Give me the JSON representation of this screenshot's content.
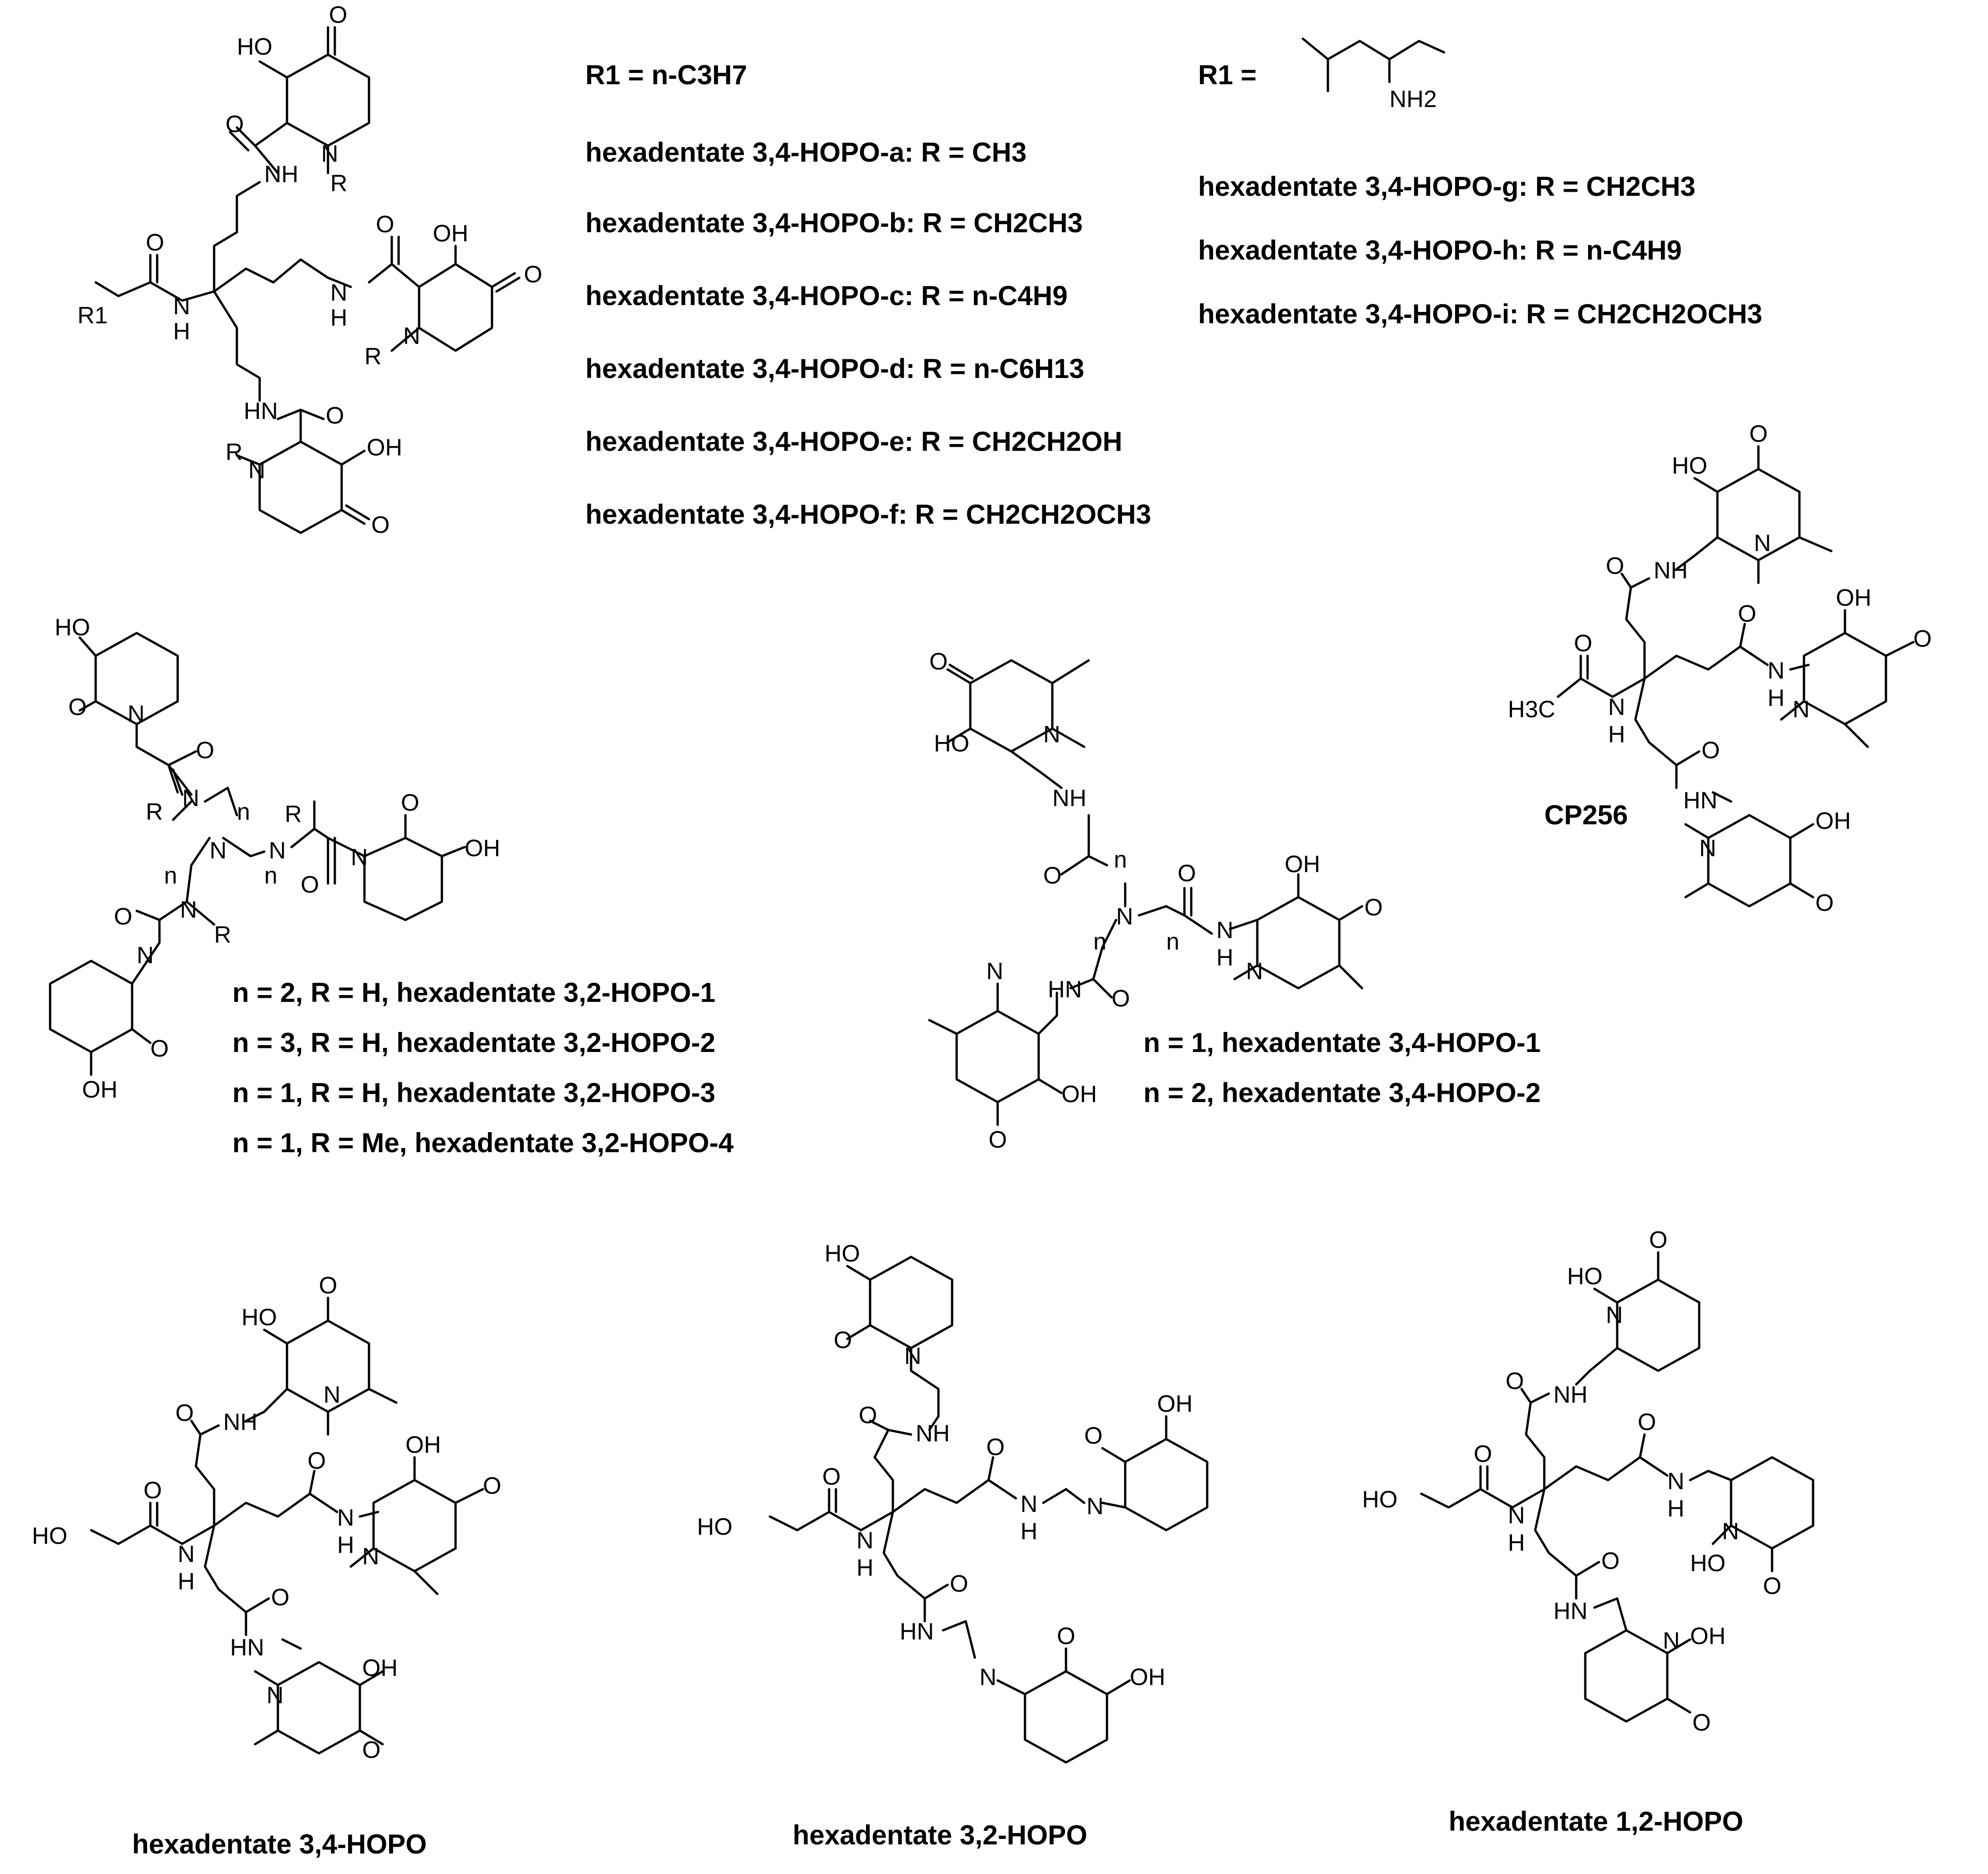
{
  "figure": {
    "panel_a": {
      "atoms": {
        "ring1_O": "O",
        "ring1_HO": "HO",
        "ring1_O2": "O",
        "ring1_NH": "NH",
        "ring1_N": "N",
        "ring1_R": "R",
        "amide_O": "O",
        "R1": "R1",
        "NH": "N",
        "H": "H",
        "ring2_O": "O",
        "ring2_OH": "OH",
        "ring2_O2": "O",
        "ring2_N": "N",
        "ring2_R": "R",
        "ring2_NH": "N",
        "ring2_H": "H",
        "ring3_HN": "HN",
        "ring3_O": "O",
        "ring3_R": "R",
        "ring3_N": "N",
        "ring3_OH": "OH",
        "ring3_O2": "O"
      },
      "r1_label_left": "R1 = n-C3H7",
      "items_left": [
        "hexadentate 3,4-HOPO-a: R = CH3",
        "hexadentate 3,4-HOPO-b: R = CH2CH3",
        "hexadentate 3,4-HOPO-c: R = n-C4H9",
        "hexadentate 3,4-HOPO-d: R = n-C6H13",
        "hexadentate 3,4-HOPO-e: R = CH2CH2OH",
        "hexadentate 3,4-HOPO-f: R = CH2CH2OCH3"
      ],
      "r1_label_right": "R1 =",
      "r1_right_nh2": "NH2",
      "items_right": [
        "hexadentate 3,4-HOPO-g: R = CH2CH3",
        "hexadentate 3,4-HOPO-h: R = n-C4H9",
        "hexadentate 3,4-HOPO-i: R = CH2CH2OCH3"
      ]
    },
    "panel_b": {
      "atoms": {
        "HO": "HO",
        "O1": "O",
        "N1": "N",
        "O2": "O",
        "R1": "R",
        "N2": "N",
        "n1": "n",
        "R2": "R",
        "N3": "N",
        "n2": "n",
        "N4": "N",
        "n3": "n",
        "O3": "O",
        "N5": "N",
        "O4": "O",
        "OH1": "OH",
        "O5": "O",
        "N6": "N",
        "R3": "R",
        "N7": "N",
        "O6": "O",
        "OH2": "OH"
      },
      "items": [
        "n = 2, R = H, hexadentate 3,2-HOPO-1",
        "n = 3, R = H, hexadentate 3,2-HOPO-2",
        "n = 1, R = H, hexadentate 3,2-HOPO-3",
        "n = 1, R = Me, hexadentate 3,2-HOPO-4"
      ]
    },
    "panel_c": {
      "atoms": {
        "O1": "O",
        "HO1": "HO",
        "N1": "N",
        "NH1": "NH",
        "O2": "O",
        "n1": "n",
        "O3": "O",
        "OH1": "OH",
        "N2": "N",
        "n2": "n",
        "n3": "n",
        "NH2": "N",
        "H2": "H",
        "O4": "O",
        "N3": "N",
        "HN": "HN",
        "O5": "O",
        "N4": "N",
        "OH2": "OH",
        "O6": "O"
      },
      "items": [
        "n = 1, hexadentate 3,4-HOPO-1",
        "n = 2, hexadentate 3,4-HOPO-2"
      ]
    },
    "panel_d": {
      "atoms": {
        "O1": "O",
        "HO1": "HO",
        "N1": "N",
        "NH1": "NH",
        "O2": "O",
        "O3": "O",
        "H3C": "H3C",
        "N2": "N",
        "H2": "H",
        "O4": "O",
        "NH3": "N",
        "H3": "H",
        "OH2": "OH",
        "O5": "O",
        "N4": "N",
        "O6": "O",
        "HN": "HN",
        "N5": "N",
        "OH3": "OH",
        "O7": "O"
      },
      "caption": "CP256"
    },
    "panel_e": {
      "atoms": {
        "O1": "O",
        "HO1": "HO",
        "N1": "N",
        "NH1": "NH",
        "O2": "O",
        "O3": "O",
        "HO2": "HO",
        "N2": "N",
        "H2": "H",
        "O4": "O",
        "NH3": "N",
        "H3": "H",
        "OH2": "OH",
        "O5": "O",
        "N4": "N",
        "O6": "O",
        "HN": "HN",
        "N5": "N",
        "OH3": "OH",
        "O7": "O"
      },
      "caption": "hexadentate 3,4-HOPO"
    },
    "panel_f": {
      "atoms": {
        "HO1": "HO",
        "O1": "O",
        "N1": "N",
        "O2": "O",
        "NH1": "NH",
        "O3": "O",
        "HO2": "HO",
        "N2": "N",
        "H2": "H",
        "O4": "O",
        "NH3": "N",
        "H3": "H",
        "OH2": "OH",
        "O5": "O",
        "N4": "N",
        "O6": "O",
        "HN": "HN",
        "N5": "N",
        "O7": "O",
        "OH3": "OH"
      },
      "caption": "hexadentate 3,2-HOPO"
    },
    "panel_g": {
      "atoms": {
        "O1": "O",
        "HO1": "HO",
        "N1": "N",
        "O2": "O",
        "NH1": "NH",
        "O3": "O",
        "HO2": "HO",
        "N2": "N",
        "H2": "H",
        "O4": "O",
        "NH3": "N",
        "H3": "H",
        "N4": "N",
        "HO3": "HO",
        "O5": "O",
        "O6": "O",
        "HN": "HN",
        "N5": "N",
        "OH": "OH",
        "O7": "O"
      },
      "caption": "hexadentate 1,2-HOPO"
    }
  }
}
